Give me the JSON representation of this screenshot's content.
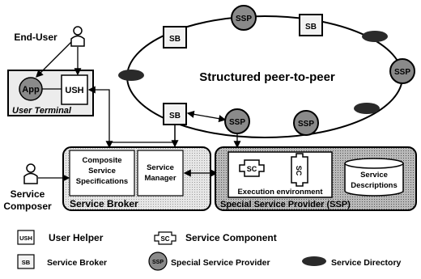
{
  "ring": {
    "title": "Structured peer-to-peer",
    "sb_label": "SB",
    "ssp_label": "SSP"
  },
  "actors": {
    "end_user": "End-User",
    "service_composer_line1": "Service",
    "service_composer_line2": "Composer"
  },
  "user_terminal": {
    "title": "User Terminal",
    "app_label": "App",
    "ush_label": "USH"
  },
  "service_broker": {
    "title": "Service Broker",
    "composite_specs": [
      "Composite",
      "Service",
      "Specifications"
    ],
    "service_manager": [
      "Service",
      "Manager"
    ]
  },
  "ssp_box": {
    "title": "Special Service Provider (SSP)",
    "sc_label": "SC",
    "execution_environment": "Execution environment",
    "service_descriptions": [
      "Service",
      "Descriptions"
    ]
  },
  "legend": {
    "ush_abbr": "USH",
    "ush_text": "User Helper",
    "sc_abbr": "SC",
    "sc_text": "Service Component",
    "sb_abbr": "SB",
    "sb_text": "Service Broker",
    "ssp_abbr": "SSP",
    "ssp_text": "Special Service Provider",
    "directory_text": "Service Directory"
  },
  "colors": {
    "ssp_fill": "#8a8a8a",
    "directory_fill": "#2a2a2a",
    "box_fill": "#eeeeee",
    "ssp_box_fill": "#b8b8b8"
  }
}
